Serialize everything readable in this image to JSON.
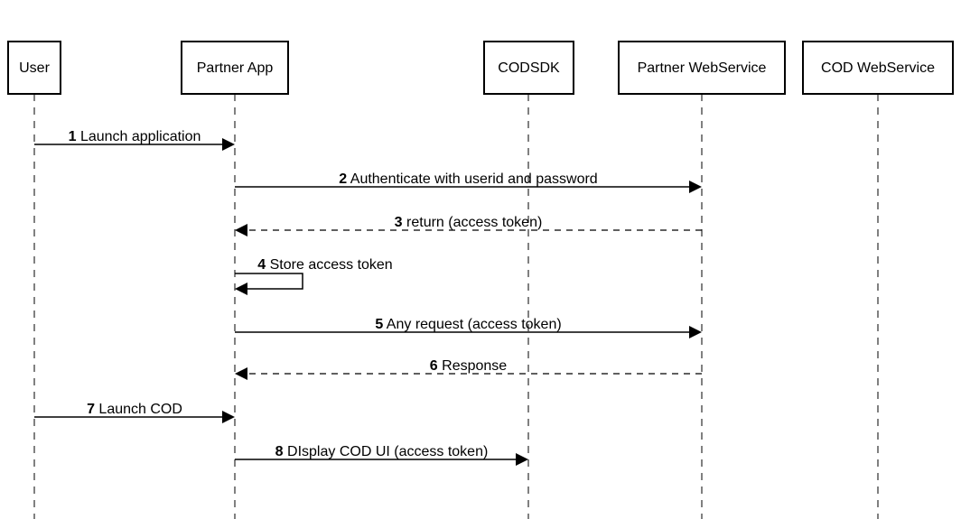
{
  "participants": [
    {
      "id": "user",
      "label": "User"
    },
    {
      "id": "partner-app",
      "label": "Partner App"
    },
    {
      "id": "codsdk",
      "label": "CODSDK"
    },
    {
      "id": "partner-webservice",
      "label": "Partner WebService"
    },
    {
      "id": "cod-webservice",
      "label": "COD WebService"
    }
  ],
  "messages": [
    {
      "num": "1",
      "text": "Launch application",
      "from": "user",
      "to": "partner-app",
      "style": "solid"
    },
    {
      "num": "2",
      "text": "Authenticate with userid and password",
      "from": "partner-app",
      "to": "partner-webservice",
      "style": "solid"
    },
    {
      "num": "3",
      "text": "return (access token)",
      "from": "partner-webservice",
      "to": "partner-app",
      "style": "dashed"
    },
    {
      "num": "4",
      "text": "Store access token",
      "from": "partner-app",
      "to": "partner-app",
      "style": "self"
    },
    {
      "num": "5",
      "text": "Any request (access token)",
      "from": "partner-app",
      "to": "partner-webservice",
      "style": "solid"
    },
    {
      "num": "6",
      "text": "Response",
      "from": "partner-webservice",
      "to": "partner-app",
      "style": "dashed"
    },
    {
      "num": "7",
      "text": "Launch COD",
      "from": "user",
      "to": "partner-app",
      "style": "solid"
    },
    {
      "num": "8",
      "text": "DIsplay COD UI (access token)",
      "from": "partner-app",
      "to": "codsdk",
      "style": "solid"
    }
  ]
}
